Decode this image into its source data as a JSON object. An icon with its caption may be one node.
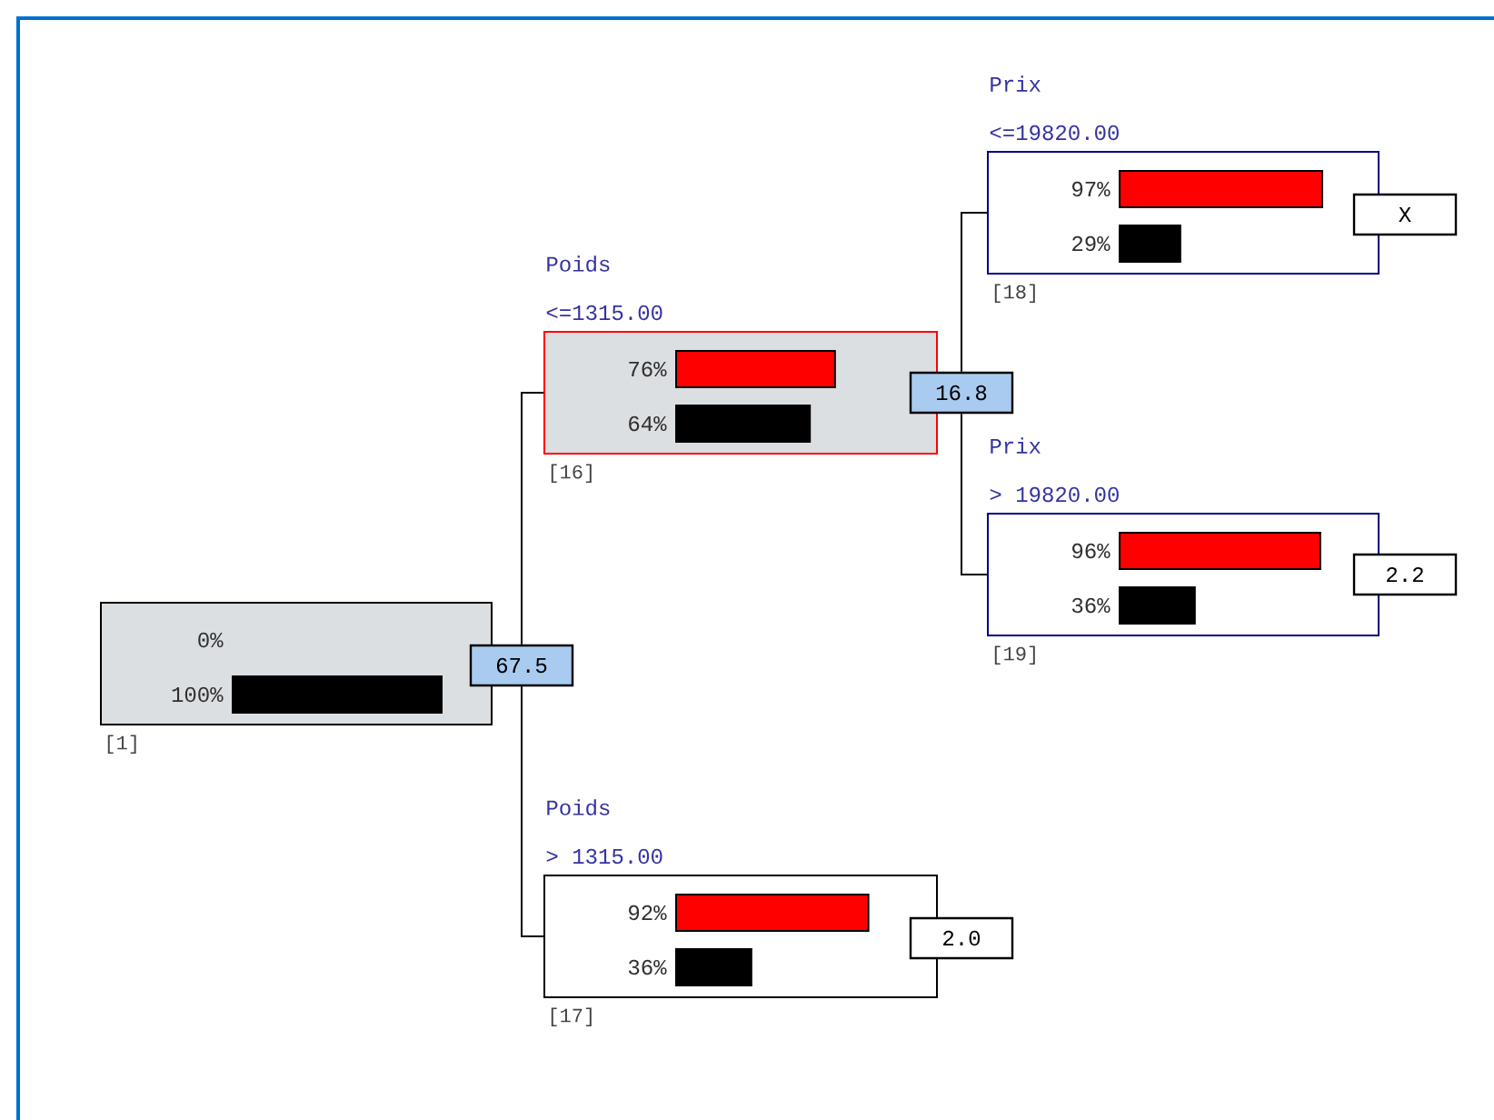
{
  "diagram": {
    "nodes": [
      {
        "text": [
          "0%",
          "100%"
        ],
        "beside": [
          "[1]"
        ]
      },
      {
        "text": [
          "67.5"
        ]
      },
      {
        "text": [
          "Poids",
          "<=1315.00",
          "76%",
          "64%"
        ],
        "beside": [
          "[16]"
        ]
      },
      {
        "text": [
          "16.8"
        ]
      },
      {
        "text": [
          "Prix",
          "<=19820.00",
          "97%",
          "29%"
        ],
        "beside": [
          "[18]"
        ]
      },
      {
        "text": [
          "X"
        ]
      },
      {
        "text": [
          "Prix",
          "> 19820.00",
          "96%",
          "36%"
        ],
        "beside": [
          "[19]"
        ]
      },
      {
        "text": [
          "2.2"
        ]
      },
      {
        "text": [
          "Poids",
          "> 1315.00",
          "92%",
          "36%"
        ],
        "beside": [
          "[17]"
        ]
      },
      {
        "text": [
          "2.0"
        ]
      }
    ],
    "edges": [
      {
        "from": 1,
        "to": 2,
        "arrow": "none"
      },
      {
        "from": 1,
        "to": 8,
        "arrow": "none"
      },
      {
        "from": 3,
        "to": 4,
        "arrow": "none"
      },
      {
        "from": 3,
        "to": 6,
        "arrow": "none"
      }
    ]
  }
}
